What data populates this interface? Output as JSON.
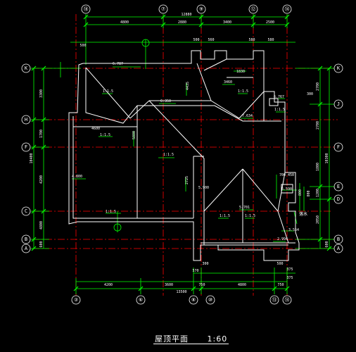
{
  "colors": {
    "background": "#000000",
    "dimension": "#00ff00",
    "outline": "#ffffff",
    "axis": "#ff0000",
    "bubble": "#ffffff",
    "text": "#ffffff"
  },
  "title": {
    "name": "屋顶平面",
    "scale": "1:60"
  },
  "grid_top": [
    "⑱",
    "⑦",
    "⑨",
    "⑫",
    "⑭"
  ],
  "grid_bottom": [
    "③",
    "⑥",
    "⑧",
    "⑩",
    "⑬",
    "⑭"
  ],
  "grid_left": [
    "K",
    "H",
    "F",
    "C",
    "B",
    "A"
  ],
  "grid_right": [
    "K",
    "J",
    "F",
    "E",
    "D",
    "B",
    "A"
  ],
  "dims_top_overall": "12880",
  "dims_top": [
    "4800",
    "2880",
    "3400",
    "2500"
  ],
  "dims_top_small": [
    "500",
    "500",
    "560",
    "580",
    "580"
  ],
  "dims_bottom_overall": "13500",
  "dims_bottom": [
    "4200",
    "3600",
    "750",
    "4800",
    "750"
  ],
  "dims_bottom_small": [
    "570",
    "300",
    "500",
    "375",
    "375"
  ],
  "dims_left_overall": "10400",
  "dims_left": [
    "3300",
    "1700",
    "4200",
    "4800",
    "600"
  ],
  "dims_right_overall": "10300",
  "dims_right": [
    "2700",
    "2700",
    "1800",
    "1200",
    "800",
    "2050",
    "600"
  ],
  "elevations": [
    "6.787",
    "6.350",
    "7.634",
    "6.767",
    "5.900",
    "5.701",
    "6.590",
    "2.994",
    "4.800",
    "3.554"
  ],
  "slopes": [
    "1:1.5",
    "1:1.5",
    "1:1.5",
    "1:1.5",
    "1:1.5",
    "1:1.5",
    "1:1.5",
    "1:1.5"
  ],
  "dims_inner": [
    "1830",
    "3460",
    "4435",
    "4600",
    "5880",
    "2725",
    "700",
    "450",
    "300",
    "800"
  ],
  "note": "落水"
}
